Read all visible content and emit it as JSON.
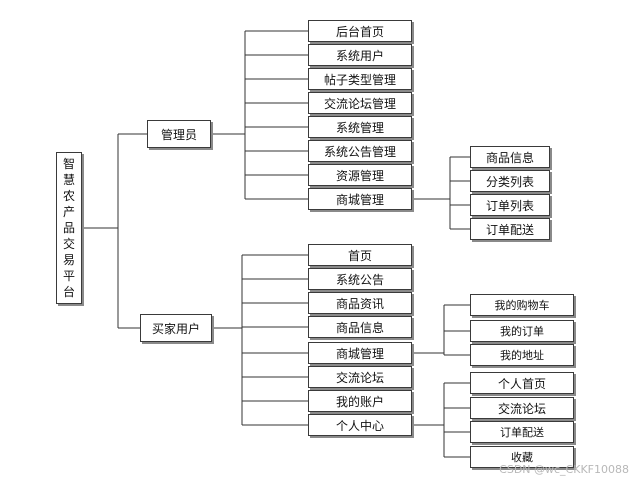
{
  "root": {
    "chars": [
      "智",
      "慧",
      "农",
      "产",
      "品",
      "交",
      "易",
      "平",
      "台"
    ]
  },
  "roles": {
    "admin": "管理员",
    "buyer": "买家用户"
  },
  "admin_items": [
    "后台首页",
    "系统用户",
    "帖子类型管理",
    "交流论坛管理",
    "系统管理",
    "系统公告管理",
    "资源管理",
    "商城管理"
  ],
  "admin_mall_items": [
    "商品信息",
    "分类列表",
    "订单列表",
    "订单配送"
  ],
  "buyer_items": [
    "首页",
    "系统公告",
    "商品资讯",
    "商品信息",
    "商城管理",
    "交流论坛",
    "我的账户",
    "个人中心"
  ],
  "buyer_mall_items": [
    "我的购物车",
    "我的订单",
    "我的地址"
  ],
  "buyer_center_items": [
    "个人首页",
    "交流论坛",
    "订单配送",
    "收藏"
  ],
  "watermark": "CSDN @wc_CKKF10088"
}
